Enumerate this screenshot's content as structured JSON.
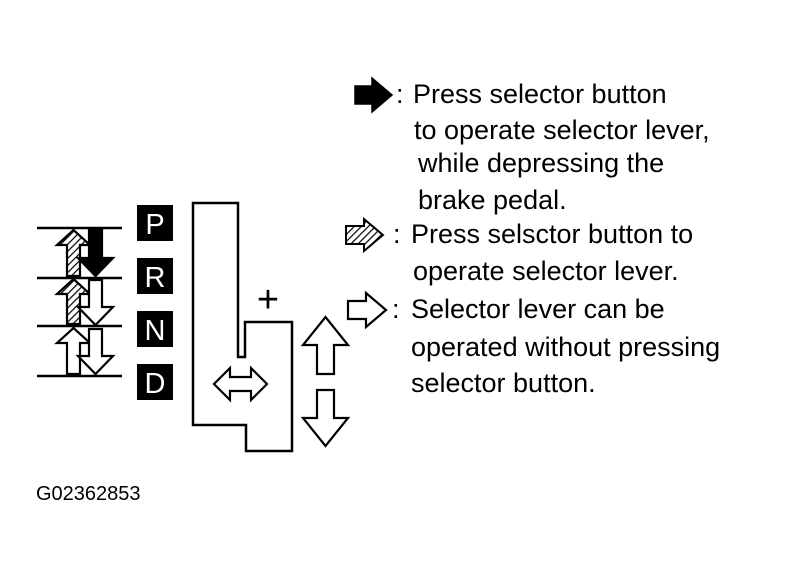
{
  "gear_positions": [
    "P",
    "R",
    "N",
    "D"
  ],
  "manual_mode_sign": "+",
  "legend": {
    "solid": {
      "icon": "solid-arrow-icon",
      "lines": [
        "Press selector button",
        "to operate selector lever,",
        "while depressing the",
        "brake pedal."
      ]
    },
    "hatched": {
      "icon": "hatched-arrow-icon",
      "lines": [
        "Press selsctor button to",
        "operate selector lever."
      ]
    },
    "hollow": {
      "icon": "hollow-arrow-icon",
      "lines": [
        "Selector lever can be",
        "operated without pressing",
        "selector button."
      ]
    },
    "separator": ":"
  },
  "figure_id": "G02362853"
}
